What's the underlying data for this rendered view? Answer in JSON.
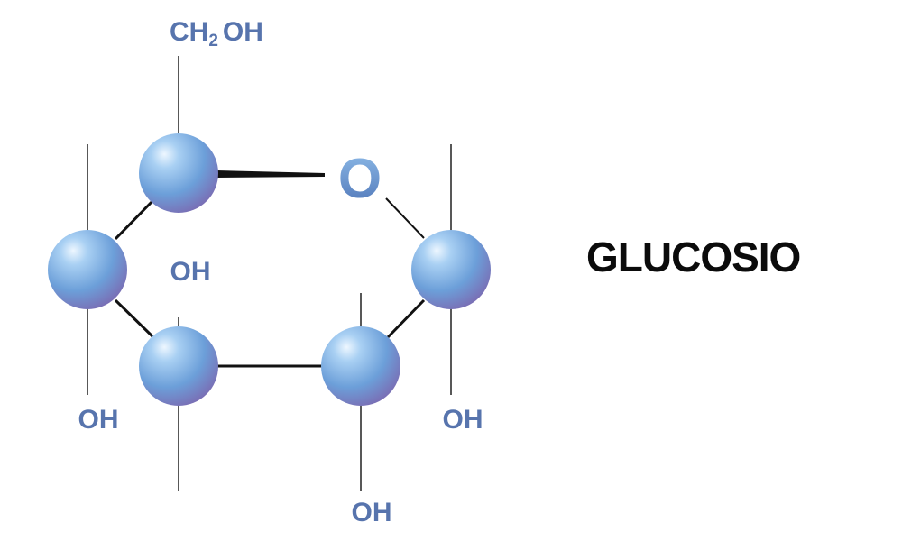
{
  "title": "GLUCOSIO",
  "molecule": {
    "top_group": {
      "main": "CH",
      "subscript": "2",
      "tail": "OH"
    },
    "ring_oxygen": "O",
    "groups": {
      "c2_hydroxyl": "OH",
      "c1_hydroxyl": "OH",
      "c3_hydroxyl": "OH",
      "c4_hydroxyl": "OH"
    }
  },
  "colors": {
    "atom_light": "#cfe6fb",
    "atom_mid": "#6fa3dc",
    "atom_dark": "#7d6bb1",
    "label": "#5774ad",
    "bond": "#111111",
    "title": "#0b0b0b"
  }
}
